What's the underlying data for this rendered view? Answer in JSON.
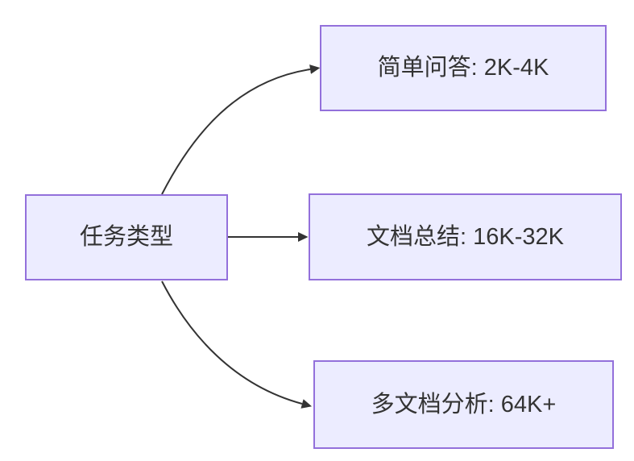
{
  "diagram": {
    "type": "flowchart-LR",
    "nodes": {
      "root": {
        "id": "root",
        "label": "任务类型"
      },
      "branch1": {
        "id": "branch1",
        "label": "简单问答: 2K-4K"
      },
      "branch2": {
        "id": "branch2",
        "label": "文档总结: 16K-32K"
      },
      "branch3": {
        "id": "branch3",
        "label": "多文档分析: 64K+"
      }
    },
    "edges": [
      {
        "from": "root",
        "to": "branch1",
        "style": "curved"
      },
      {
        "from": "root",
        "to": "branch2",
        "style": "straight"
      },
      {
        "from": "root",
        "to": "branch3",
        "style": "curved"
      }
    ],
    "colors": {
      "node_fill": "#ECECFF",
      "node_border": "#9370DB",
      "edge_stroke": "#333333",
      "arrowhead": "#333333",
      "text": "#333333",
      "canvas_background": "#FFFFFF"
    }
  }
}
